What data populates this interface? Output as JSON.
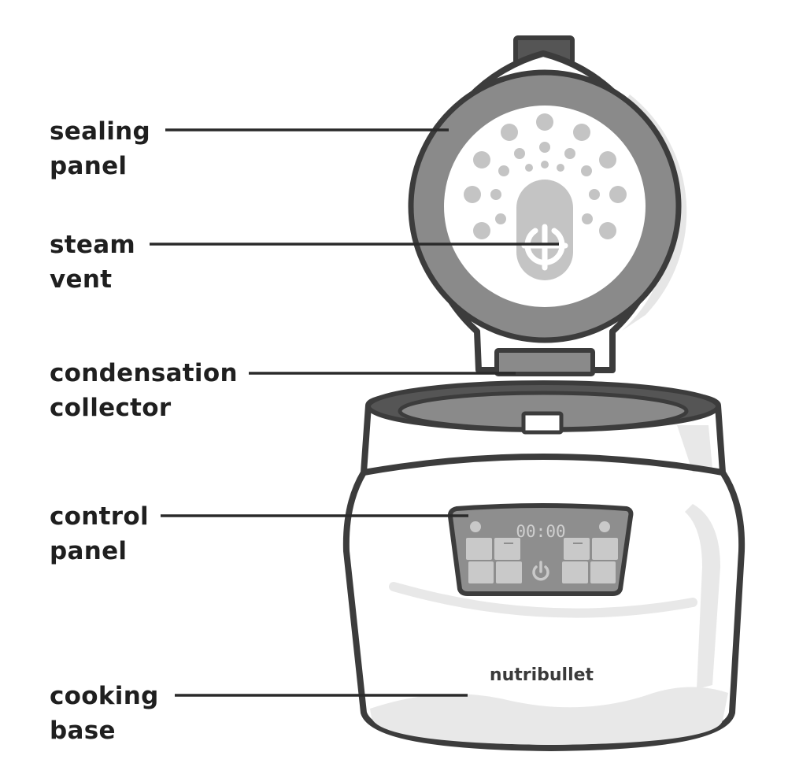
{
  "labels": [
    {
      "line1": "sealing",
      "line2": "panel"
    },
    {
      "line1": "steam",
      "line2": "vent"
    },
    {
      "line1": "condensation",
      "line2": "collector"
    },
    {
      "line1": "control",
      "line2": "panel"
    },
    {
      "line1": "cooking",
      "line2": "base"
    }
  ],
  "device": {
    "brand": "nutribullet",
    "display": "00:00"
  },
  "colors": {
    "outline": "#3c3c3c",
    "body": "#ffffff",
    "shade": "#e8e8e8",
    "lid_ring": "#8a8a8a",
    "dots": "#c4c4c4",
    "panel": "#8e8e8e",
    "buttons": "#c9c9c9"
  }
}
